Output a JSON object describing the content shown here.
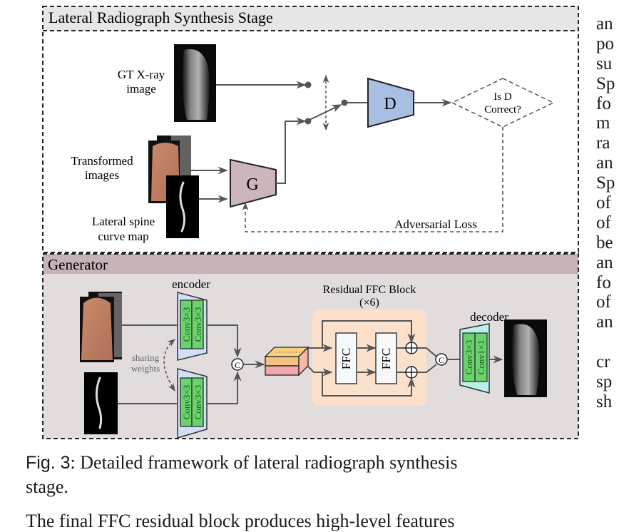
{
  "figure": {
    "top_panel": {
      "title": "Lateral Radiograph Synthesis Stage",
      "labels": {
        "gt_xray": [
          "GT X-ray",
          "image"
        ],
        "transformed": [
          "Transformed",
          "images"
        ],
        "spine_map": [
          "Lateral spine",
          "curve map"
        ],
        "generator": "G",
        "discriminator": "D",
        "decision": [
          "Is D",
          "Correct?"
        ],
        "adversarial_loss": "Adversarial Loss"
      }
    },
    "generator_panel": {
      "title": "Generator",
      "encoder_label": "encoder",
      "decoder_label": "decoder",
      "sharing_weights": [
        "sharing",
        "weights"
      ],
      "encoder_layers": [
        "Conv3×3",
        "Conv3×3"
      ],
      "decoder_layers": [
        "Conv3×3",
        "Conv1×1"
      ],
      "ffc_block_title": "Residual FFC Block",
      "ffc_block_repeat": "(×6)",
      "ffc_label": "FFC",
      "concat_symbol": "C",
      "add_symbol": "+"
    },
    "colors": {
      "top_header_bg": "#e6e6e6",
      "gen_header_bg": "#c6b3b7",
      "gen_panel_bg": "#e2dcdd",
      "discriminator_fill": "#a8bfe3",
      "generator_fill": "#cdb6bb",
      "conv_green": "#6bd36b",
      "encoder_fill": "#cfe0f7",
      "decoder_fill": "#b9f0ea",
      "ffc_panel": "#fbe1cc",
      "feature_top": "#f8d080",
      "feature_bottom": "#f0a8ae",
      "arrow": "#555555"
    }
  },
  "caption": {
    "label": "Fig. 3",
    "text": ": Detailed framework of lateral radiograph synthesis",
    "text_line2": "stage."
  },
  "body_text": "The final FFC residual block produces high-level features",
  "right_column_fragments": [
    "an",
    "po",
    "su",
    "Sp",
    "fo",
    "m",
    "ra",
    "an",
    "Sp",
    "of",
    "of",
    "be",
    "an",
    "fo",
    "of",
    "an",
    "",
    "cr",
    "sp",
    "sh"
  ]
}
